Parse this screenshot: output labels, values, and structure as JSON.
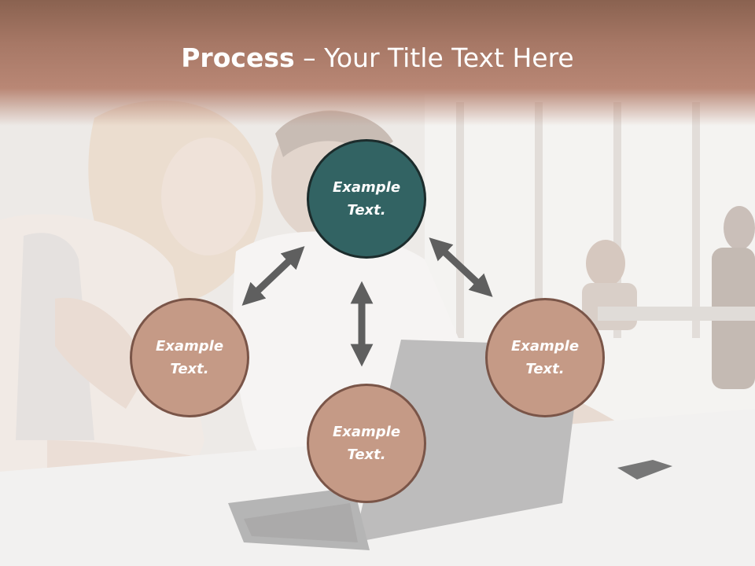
{
  "title": {
    "bold": "Process",
    "separator": " – ",
    "rest": "Your Title Text Here"
  },
  "nodes": [
    {
      "id": "top",
      "label": "Example\nText."
    },
    {
      "id": "left",
      "label": "Example\nText."
    },
    {
      "id": "right",
      "label": "Example\nText."
    },
    {
      "id": "bottom",
      "label": "Example\nText."
    }
  ],
  "colors": {
    "header": "#a77866",
    "center_node": "#326363",
    "outer_node": "#c59a86",
    "outer_border": "#7a5548",
    "arrow": "#5f5f5f"
  }
}
